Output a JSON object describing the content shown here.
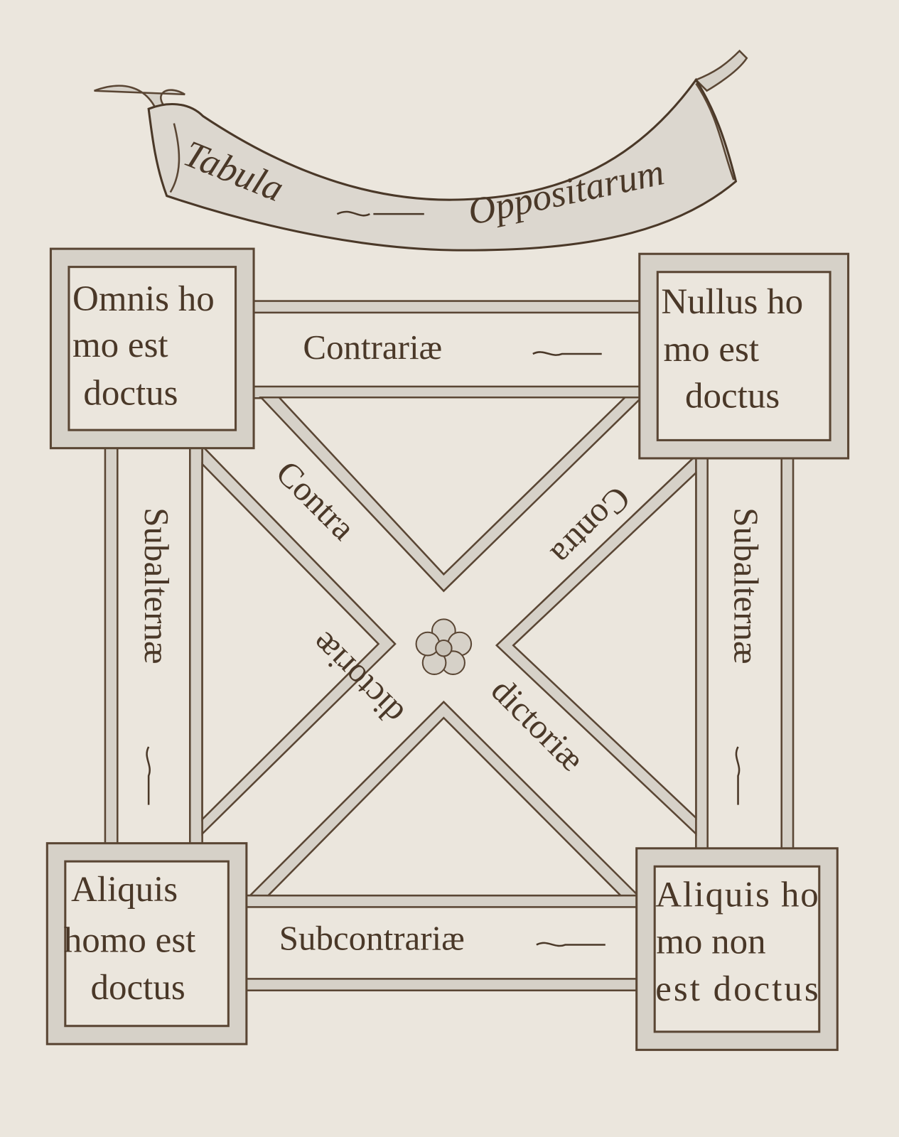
{
  "banner": {
    "word1": "Tabula",
    "word2": "Oppositarum"
  },
  "boxes": {
    "top_left": [
      "Omnis ho",
      "mo est",
      "doctus"
    ],
    "top_right": [
      "Nullus ho",
      "mo est",
      "doctus"
    ],
    "bottom_left": [
      "Aliquis",
      "homo est",
      "doctus"
    ],
    "bottom_right": [
      "Aliquis ho",
      "mo non",
      "est doctus"
    ]
  },
  "relations": {
    "top": "Contrariæ",
    "bottom": "Subcontrariæ",
    "left": "Subalternæ",
    "right": "Subalternæ",
    "diag_upper_left": "Contra",
    "diag_lower_left": "dictoriæ",
    "diag_upper_right": "Contra",
    "diag_lower_right": "dictoriæ"
  },
  "colors": {
    "paper": "#ebe6dd",
    "ink": "#4a3828",
    "frame": "#d6d1c8"
  }
}
